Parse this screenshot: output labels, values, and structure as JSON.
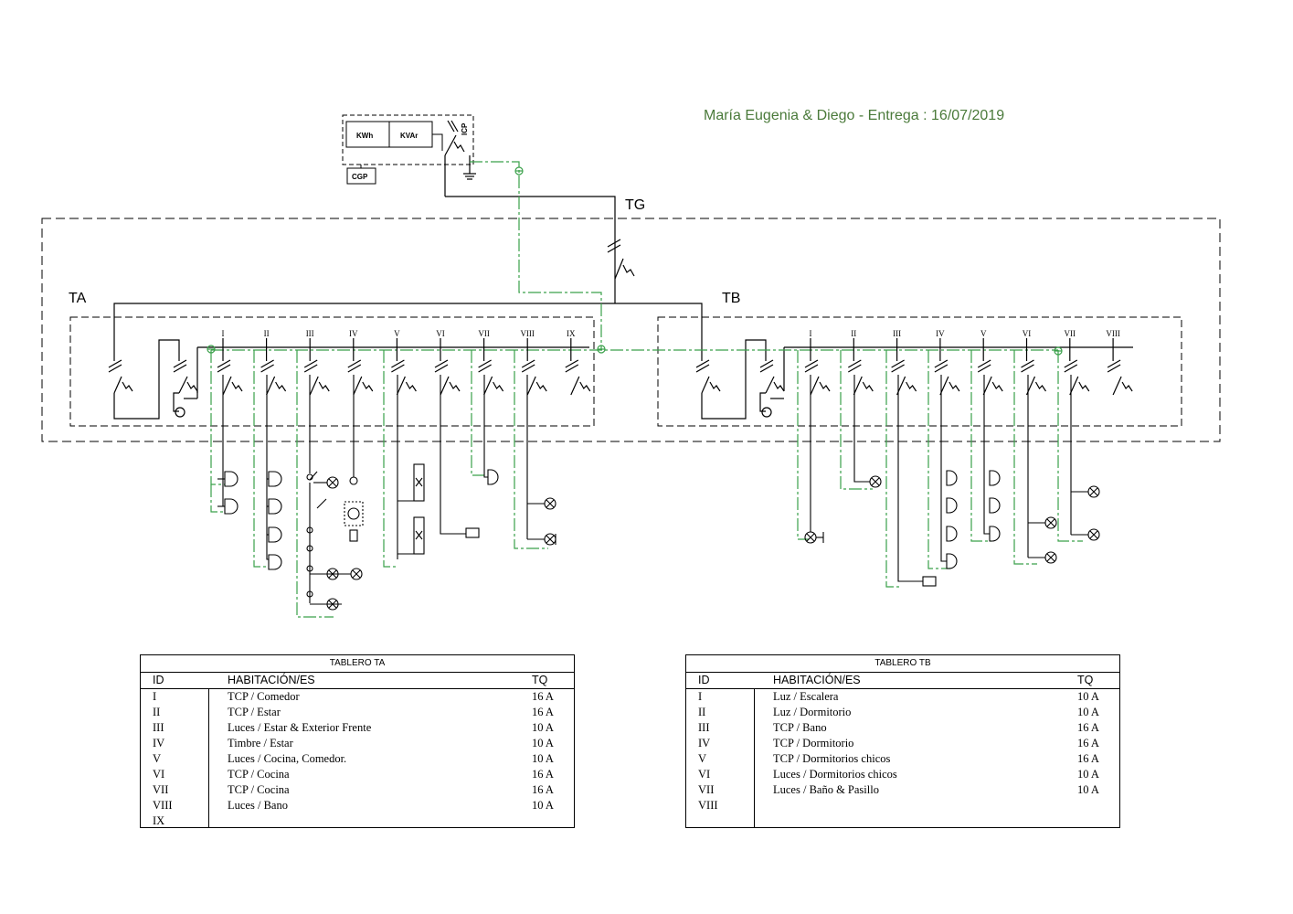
{
  "title": {
    "text": "María Eugenia & Diego - Entrega : 16/07/2019",
    "color": "#4a7a3a"
  },
  "meter_box": {
    "kwh": "KWh",
    "kvar": "KVAr",
    "icp": "ICP",
    "cgp": "CGP"
  },
  "boards": {
    "tg": "TG",
    "ta": "TA",
    "tb": "TB"
  },
  "circuits_ta": [
    "I",
    "II",
    "III",
    "IV",
    "V",
    "VI",
    "VII",
    "VIII",
    "IX"
  ],
  "circuits_tb": [
    "I",
    "II",
    "III",
    "IV",
    "V",
    "VI",
    "VII",
    "VIII"
  ],
  "earth_color": "#3aa14a",
  "table_ta": {
    "title": "TABLERO TA",
    "headers": {
      "id": "ID",
      "room": "HABITACIÓN/ES",
      "tq": "TQ"
    },
    "rows": [
      {
        "id": "I",
        "room": "TCP / Comedor",
        "tq": "16 A"
      },
      {
        "id": "II",
        "room": "TCP / Estar",
        "tq": "16 A"
      },
      {
        "id": "III",
        "room": "Luces / Estar  &  Exterior Frente",
        "tq": "10 A"
      },
      {
        "id": "IV",
        "room": "Timbre / Estar",
        "tq": "10 A"
      },
      {
        "id": "V",
        "room": "Luces / Cocina, Comedor.",
        "tq": "10 A"
      },
      {
        "id": "VI",
        "room": "TCP / Cocina",
        "tq": "16 A"
      },
      {
        "id": "VII",
        "room": "TCP / Cocina",
        "tq": "16 A"
      },
      {
        "id": "VIII",
        "room": "Luces / Bano",
        "tq": "10 A"
      },
      {
        "id": "IX",
        "room": "",
        "tq": ""
      }
    ]
  },
  "table_tb": {
    "title": "TABLERO TB",
    "headers": {
      "id": "ID",
      "room": "HABITACIÓN/ES",
      "tq": "TQ"
    },
    "rows": [
      {
        "id": "I",
        "room": "Luz / Escalera",
        "tq": "10 A"
      },
      {
        "id": "II",
        "room": "Luz / Dormitorio",
        "tq": "10 A"
      },
      {
        "id": "III",
        "room": "TCP / Bano",
        "tq": "16 A"
      },
      {
        "id": "IV",
        "room": "TCP / Dormitorio",
        "tq": "16 A"
      },
      {
        "id": "V",
        "room": "TCP / Dormitorios chicos",
        "tq": "16 A"
      },
      {
        "id": "VI",
        "room": "Luces / Dormitorios chicos",
        "tq": "10 A"
      },
      {
        "id": "VII",
        "room": "Luces / Baño & Pasillo",
        "tq": "10 A"
      },
      {
        "id": "VIII",
        "room": "",
        "tq": ""
      }
    ]
  }
}
